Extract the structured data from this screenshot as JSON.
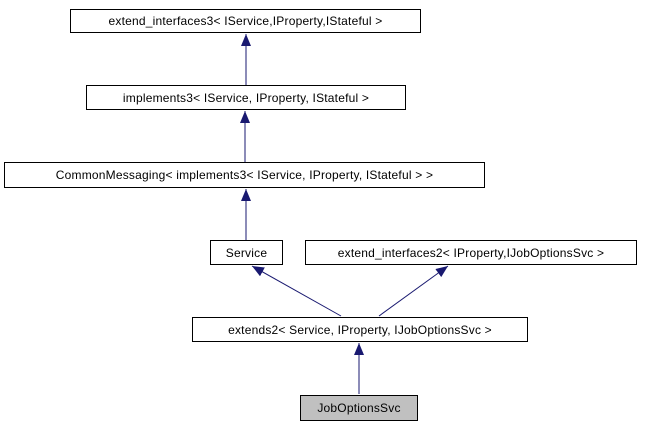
{
  "diagram": {
    "type": "class-inheritance-graph",
    "current_class": "JobOptionsSvc",
    "nodes": [
      {
        "id": "extend_interfaces3",
        "label": "extend_interfaces3< IService,IProperty,IStateful >",
        "highlighted": false
      },
      {
        "id": "implements3",
        "label": "implements3< IService, IProperty, IStateful >",
        "highlighted": false
      },
      {
        "id": "CommonMessaging",
        "label": "CommonMessaging< implements3< IService, IProperty, IStateful > >",
        "highlighted": false
      },
      {
        "id": "Service",
        "label": "Service",
        "highlighted": false
      },
      {
        "id": "extend_interfaces2",
        "label": "extend_interfaces2< IProperty,IJobOptionsSvc >",
        "highlighted": false
      },
      {
        "id": "extends2",
        "label": "extends2< Service, IProperty, IJobOptionsSvc >",
        "highlighted": false
      },
      {
        "id": "JobOptionsSvc",
        "label": "JobOptionsSvc",
        "highlighted": true
      }
    ],
    "edges": [
      {
        "from": "implements3",
        "to": "extend_interfaces3",
        "style": "solid-inheritance"
      },
      {
        "from": "CommonMessaging",
        "to": "implements3",
        "style": "solid-inheritance"
      },
      {
        "from": "Service",
        "to": "CommonMessaging",
        "style": "solid-inheritance"
      },
      {
        "from": "extends2",
        "to": "Service",
        "style": "solid-inheritance"
      },
      {
        "from": "extends2",
        "to": "extend_interfaces2",
        "style": "solid-inheritance"
      },
      {
        "from": "JobOptionsSvc",
        "to": "extends2",
        "style": "solid-inheritance"
      }
    ],
    "colors": {
      "arrow": "#191970",
      "node_border": "#000000",
      "node_fill": "#ffffff",
      "current_node_fill": "#c0c0c0",
      "text": "#000000",
      "background": "#ffffff"
    }
  }
}
